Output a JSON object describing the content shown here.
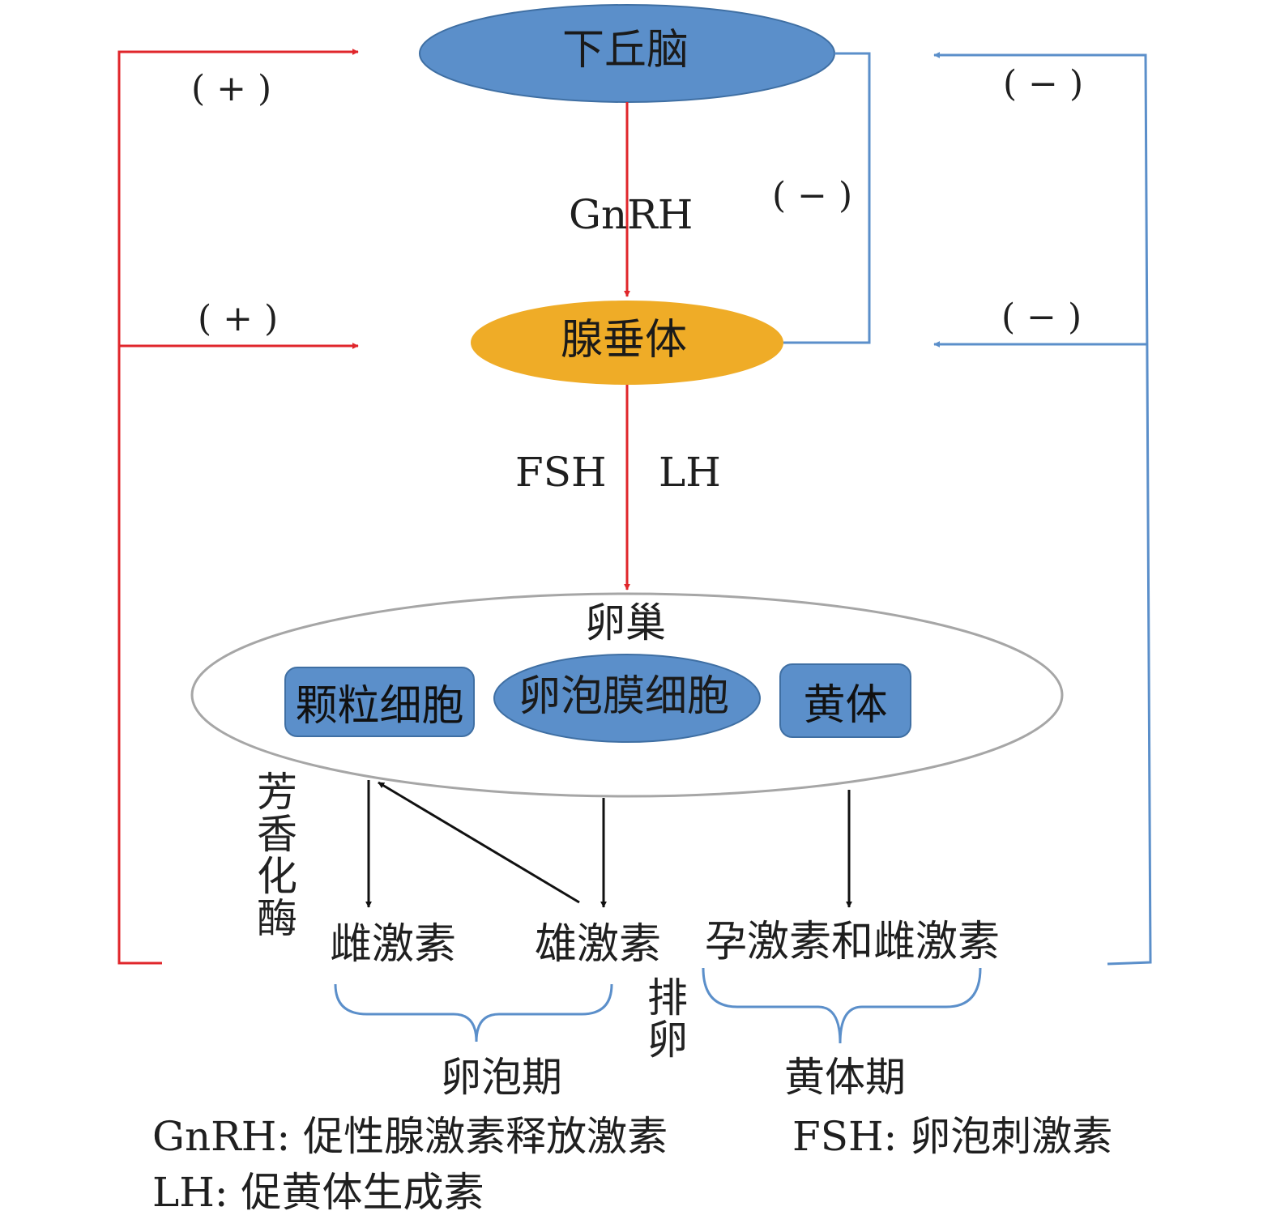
{
  "nodes": {
    "hypothalamus": "下丘脑",
    "pituitary": "腺垂体",
    "ovary": "卵巢",
    "granulosa": "颗粒细胞",
    "theca": "卵泡膜细胞",
    "corpus_luteum": "黄体"
  },
  "signals": {
    "gnrh": "GnRH",
    "fsh": "FSH",
    "lh": "LH"
  },
  "feedback": {
    "pos_top": "( + )",
    "pos_mid": "( + )",
    "neg_top_right": "( − )",
    "neg_inner": "( − )",
    "neg_mid_right": "( − )"
  },
  "hormones": {
    "estrogen": "雌激素",
    "androgen": "雄激素",
    "progesterone_estrogen": "孕激素和雌激素"
  },
  "annotations": {
    "aromatase": "芳香化酶",
    "ovulation": "排卵"
  },
  "phases": {
    "follicular": "卵泡期",
    "luteal": "黄体期"
  },
  "legend": {
    "gnrh_def": "GnRH: 促性腺激素释放激素",
    "fsh_def": "FSH: 卵泡刺激素",
    "lh_def": "LH: 促黄体生成素"
  },
  "colors": {
    "positive_feedback": "#e0262b",
    "negative_feedback": "#5b8fca",
    "hypothalamus_fill": "#5b8fca",
    "pituitary_fill": "#efac27",
    "ovary_outline": "#a6a6a6",
    "arrow_black": "#111111"
  }
}
